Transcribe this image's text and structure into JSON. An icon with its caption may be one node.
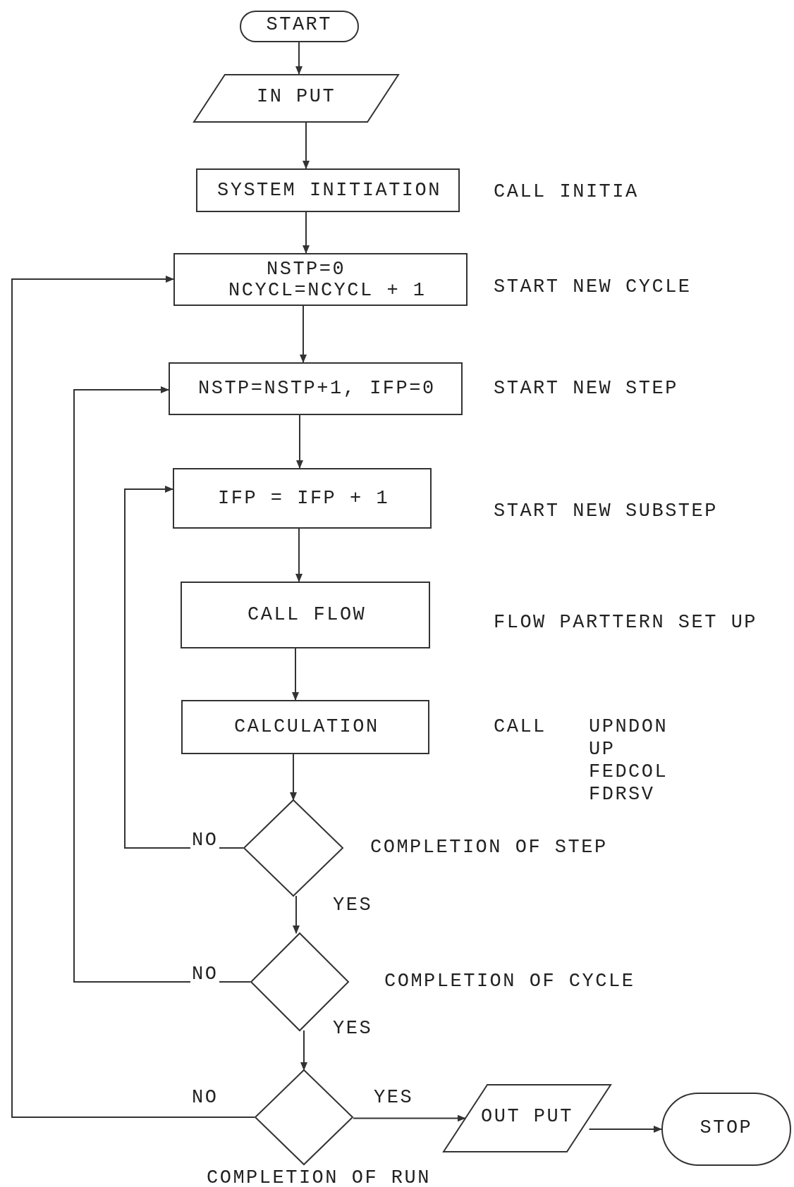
{
  "diagram": {
    "nodes": [
      {
        "text": [
          "START"
        ]
      },
      {
        "text": [
          "IN PUT"
        ]
      },
      {
        "text": [
          "SYSTEM INITIATION"
        ],
        "beside": [
          "CALL INITIA"
        ]
      },
      {
        "text": [
          "NSTP=0",
          "NCYCL=NCYCL + 1"
        ],
        "beside": [
          "START NEW CYCLE"
        ]
      },
      {
        "text": [
          "NSTP=NSTP+1,  IFP=0"
        ],
        "beside": [
          "START NEW STEP"
        ]
      },
      {
        "text": [
          "IFP = IFP + 1"
        ],
        "beside": [
          "START NEW SUBSTEP"
        ]
      },
      {
        "text": [
          "CALL FLOW"
        ],
        "beside": [
          "FLOW PARTTERN SET UP"
        ]
      },
      {
        "text": [
          "CALCULATION"
        ],
        "beside": [
          "CALL",
          "UPNDON",
          "UP",
          "FEDCOL",
          "FDRSV"
        ]
      },
      {
        "text": [
          "COMPLETION OF STEP"
        ]
      },
      {
        "text": [
          "COMPLETION OF CYCLE"
        ]
      },
      {
        "text": [
          "COMPLETION OF RUN"
        ]
      },
      {
        "text": [
          "OUT PUT"
        ]
      },
      {
        "text": [
          "STOP"
        ]
      }
    ],
    "edges": [
      {
        "from": 0,
        "to": 1,
        "arrow": "to"
      },
      {
        "from": 1,
        "to": 2,
        "arrow": "to"
      },
      {
        "from": 2,
        "to": 3,
        "arrow": "to"
      },
      {
        "from": 3,
        "to": 4,
        "arrow": "to"
      },
      {
        "from": 4,
        "to": 5,
        "arrow": "to"
      },
      {
        "from": 5,
        "to": 6,
        "arrow": "to"
      },
      {
        "from": 6,
        "to": 7,
        "arrow": "to"
      },
      {
        "from": 7,
        "to": 8,
        "arrow": "to"
      },
      {
        "from": 8,
        "to": 9,
        "arrow": "to",
        "label": "YES"
      },
      {
        "from": 9,
        "to": 10,
        "arrow": "to",
        "label": "YES"
      },
      {
        "from": 10,
        "to": 11,
        "arrow": "to",
        "label": "YES"
      },
      {
        "from": 11,
        "to": 12,
        "arrow": "to"
      },
      {
        "from": 8,
        "to": 5,
        "arrow": "to",
        "label": "NO"
      },
      {
        "from": 9,
        "to": 4,
        "arrow": "to",
        "label": "NO"
      },
      {
        "from": 10,
        "to": 3,
        "arrow": "to",
        "label": "NO"
      }
    ]
  }
}
